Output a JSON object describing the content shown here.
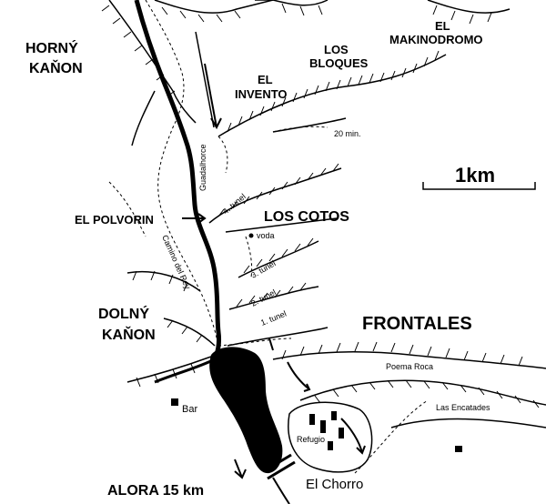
{
  "map": {
    "areas": {
      "horny_kanon_1": "HORNÝ",
      "horny_kanon_2": "KAŇON",
      "dolny_kanon_1": "DOLNÝ",
      "dolny_kanon_2": "KAŇON",
      "los_cotos": "LOS COTOS",
      "frontales": "FRONTALES",
      "el_polvorin": "EL POLVORIN",
      "el_invento_1": "EL",
      "el_invento_2": "INVENTO",
      "los_bloques_1": "LOS",
      "los_bloques_2": "BLOQUES",
      "el_makinodromo_1": "EL",
      "el_makinodromo_2": "MAKINODROMO"
    },
    "small_labels": {
      "river": "Guadalhorce",
      "path": "Camino del Rey",
      "time": "20 min.",
      "voda": "voda",
      "tunel_4": "4. tunel",
      "tunel_3": "3. tunel",
      "tunel_2": "2. tunel",
      "tunel_1": "1. tunel",
      "poema_roca": "Poema Roca",
      "las_encatades": "Las Encatades",
      "refugio": "Refugio",
      "bar": "Bar"
    },
    "places": {
      "el_chorro": "El Chorro",
      "alora": "ALORA 15 km"
    },
    "scale": "1km"
  }
}
